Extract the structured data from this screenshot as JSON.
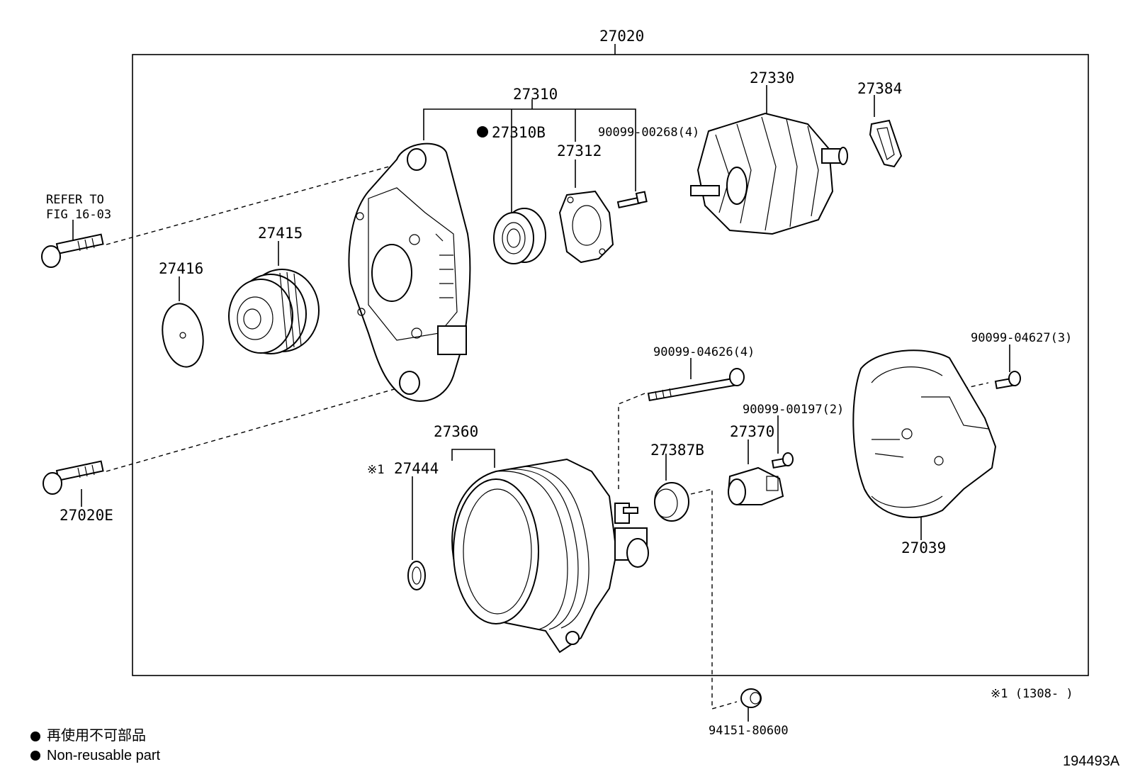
{
  "labels": {
    "p27020": "27020",
    "p27310": "27310",
    "p27310b": "27310B",
    "p27312": "27312",
    "p90099_00268": "90099-00268(4)",
    "p27330": "27330",
    "p27384": "27384",
    "refer_line1": "REFER TO",
    "refer_line2": "FIG 16-03",
    "p27415": "27415",
    "p27416": "27416",
    "p90099_04626": "90099-04626(4)",
    "p90099_04627": "90099-04627(3)",
    "p27360": "27360",
    "p27444_mark": "※1",
    "p27444": "27444",
    "p27387b": "27387B",
    "p90099_00197": "90099-00197(2)",
    "p27370": "27370",
    "p27039": "27039",
    "p27020e": "27020E",
    "p94151_80600": "94151-80600",
    "footnote": "※1 (1308-      )",
    "figure_id": "194493A"
  },
  "legend": {
    "jp": "再使用不可部品",
    "en": "Non-reusable part"
  }
}
